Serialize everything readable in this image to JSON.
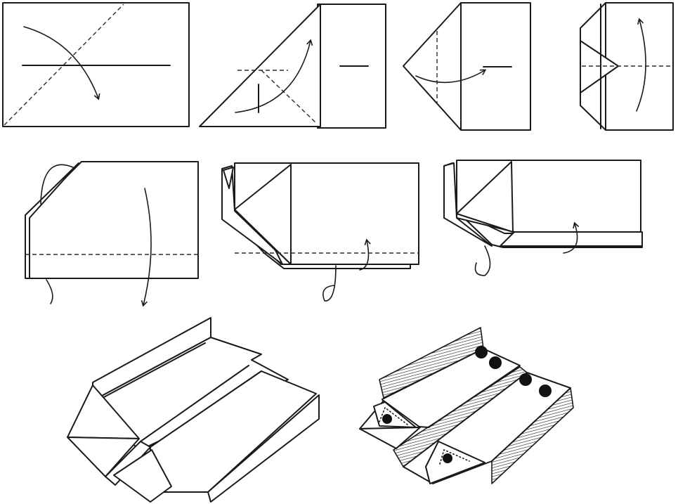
{
  "diagram": {
    "kind": "paper-airplane-folding-instructions",
    "step_count": 9,
    "palette": {
      "line": "#1a1a1a",
      "paper": "#ffffff",
      "dots": "#111111"
    },
    "steps": [
      {
        "id": 1,
        "name": "fold-corner-diagonal"
      },
      {
        "id": 2,
        "name": "fold-down-to-edge"
      },
      {
        "id": 3,
        "name": "fold-point-back"
      },
      {
        "id": 4,
        "name": "fold-flap-up"
      },
      {
        "id": 5,
        "name": "fold-in-half"
      },
      {
        "id": 6,
        "name": "fold-wing-down"
      },
      {
        "id": 7,
        "name": "fold-other-wing"
      },
      {
        "id": 8,
        "name": "finished-plane-outline"
      },
      {
        "id": 9,
        "name": "finished-plane-decorated"
      }
    ]
  }
}
